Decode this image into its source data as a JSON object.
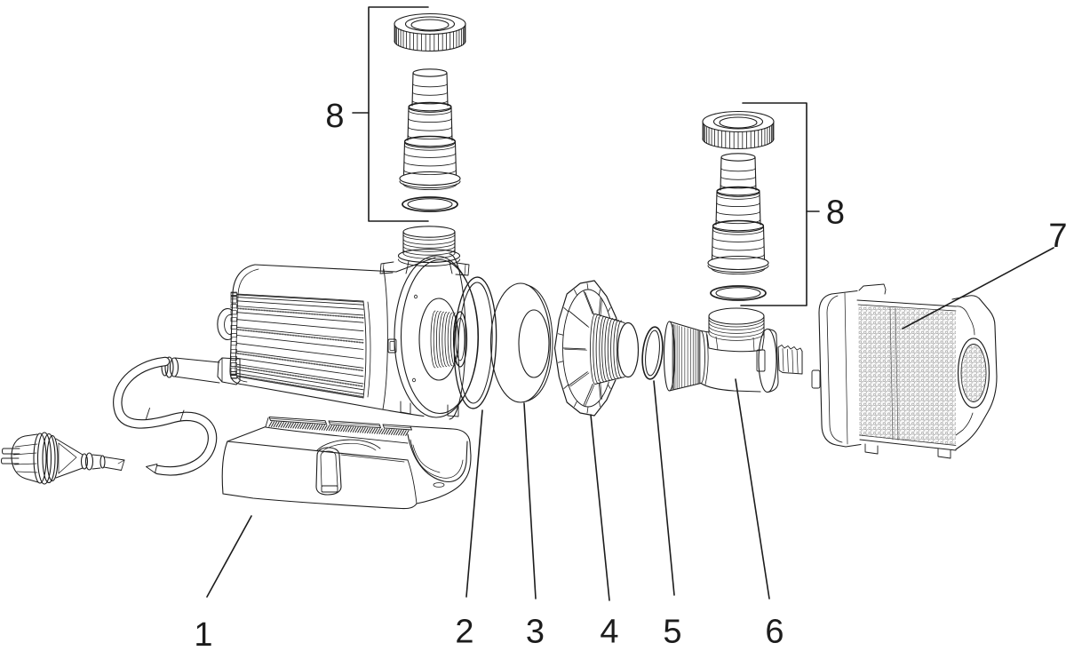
{
  "diagram": {
    "title": "Pump exploded parts diagram",
    "background_color": "#ffffff",
    "line_color": "#1c1c1c",
    "labels": [
      {
        "text": "1",
        "part": "pump unit with base and power cord"
      },
      {
        "text": "2",
        "part": "large o-ring seal"
      },
      {
        "text": "3",
        "part": "foam ring"
      },
      {
        "text": "4",
        "part": "impeller cover with threaded outlet"
      },
      {
        "text": "5",
        "part": "small o-ring seal"
      },
      {
        "text": "6",
        "part": "connection valve"
      },
      {
        "text": "7",
        "part": "strainer cage"
      },
      {
        "text": "8",
        "part": "hose connector set (nut, stepped hose tail, gasket) - left"
      },
      {
        "text": "8",
        "part": "hose connector set (nut, stepped hose tail, gasket) - right"
      }
    ]
  }
}
